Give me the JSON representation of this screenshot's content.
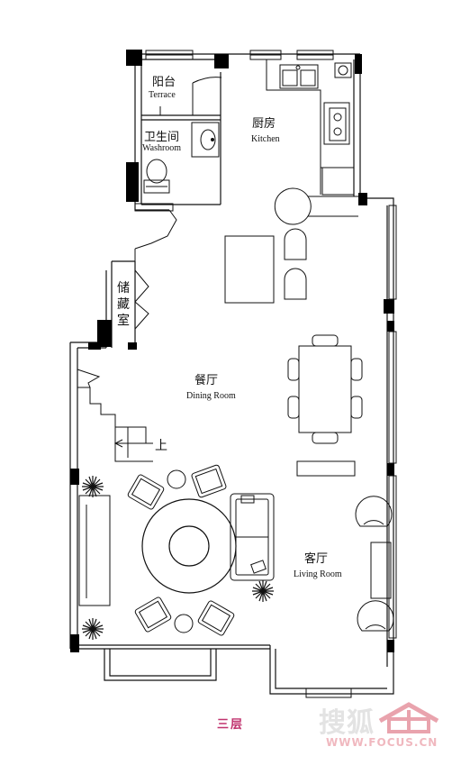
{
  "floor_title": "三层",
  "rooms": {
    "terrace": {
      "zh": "阳台",
      "en": "Terrace"
    },
    "washroom": {
      "zh": "卫生间",
      "en": "Washroom"
    },
    "kitchen": {
      "zh": "厨房",
      "en": "Kitchen"
    },
    "storage": {
      "zh_chars": [
        "储",
        "藏",
        "室"
      ]
    },
    "dining": {
      "zh": "餐厅",
      "en": "Dining Room"
    },
    "living": {
      "zh": "客厅",
      "en": "Living Room"
    }
  },
  "stair_label": "上",
  "watermark": {
    "site": "搜狐",
    "domain": "WWW.FOCUS.CN"
  },
  "colors": {
    "line": "#111111",
    "wall": "#000000",
    "title": "#c0336e",
    "watermark_text": "#e3e3e3",
    "watermark_red": "#e9a3ad"
  }
}
